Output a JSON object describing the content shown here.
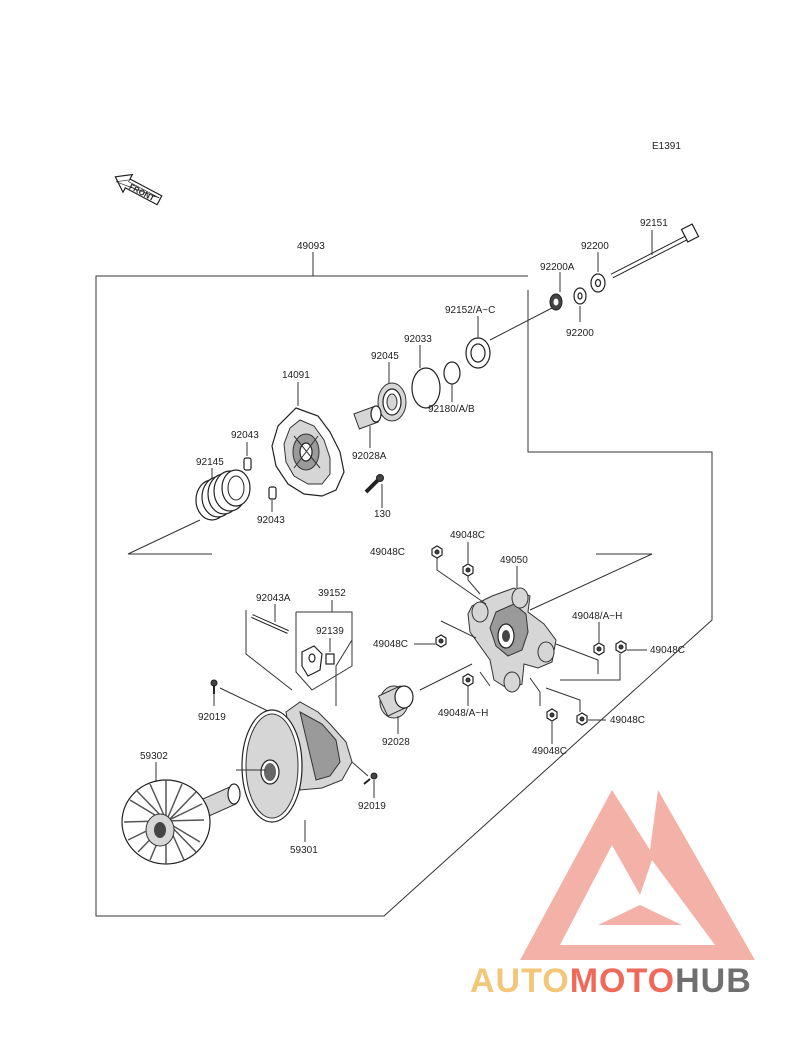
{
  "diagram": {
    "code": "E1391",
    "front_label": "FRONT",
    "labels": {
      "p49093": "49093",
      "p92151": "92151",
      "p92200_top": "92200",
      "p92200A": "92200A",
      "p92200_bot": "92200",
      "p92152": "92152/A~C",
      "p92033": "92033",
      "p92045": "92045",
      "p92180": "92180/A/B",
      "p14091": "14091",
      "p92043_top": "92043",
      "p92145": "92145",
      "p92028A": "92028A",
      "p92043_bot": "92043",
      "p130": "130",
      "p49048C_a": "49048C",
      "p49048C_b": "49048C",
      "p49050": "49050",
      "p92043A": "92043A",
      "p39152": "39152",
      "p92139": "92139",
      "p49048_a": "49048/A~H",
      "p49048C_c": "49048C",
      "p49048C_d": "49048C",
      "p49048_b": "49048/A~H",
      "p92019_a": "92019",
      "p92028": "92028",
      "p49048C_e": "49048C",
      "p49048C_f": "49048C",
      "p59302": "59302",
      "p92019_b": "92019",
      "p59301": "59301"
    }
  },
  "watermark": {
    "part1": "AUTO",
    "part2": "MOTO",
    "part3": "HUB",
    "colors": {
      "auto": "#f3c77a",
      "moto": "#f06a5a",
      "hub": "#6f6f6f",
      "logo": "#f2a49a"
    }
  }
}
